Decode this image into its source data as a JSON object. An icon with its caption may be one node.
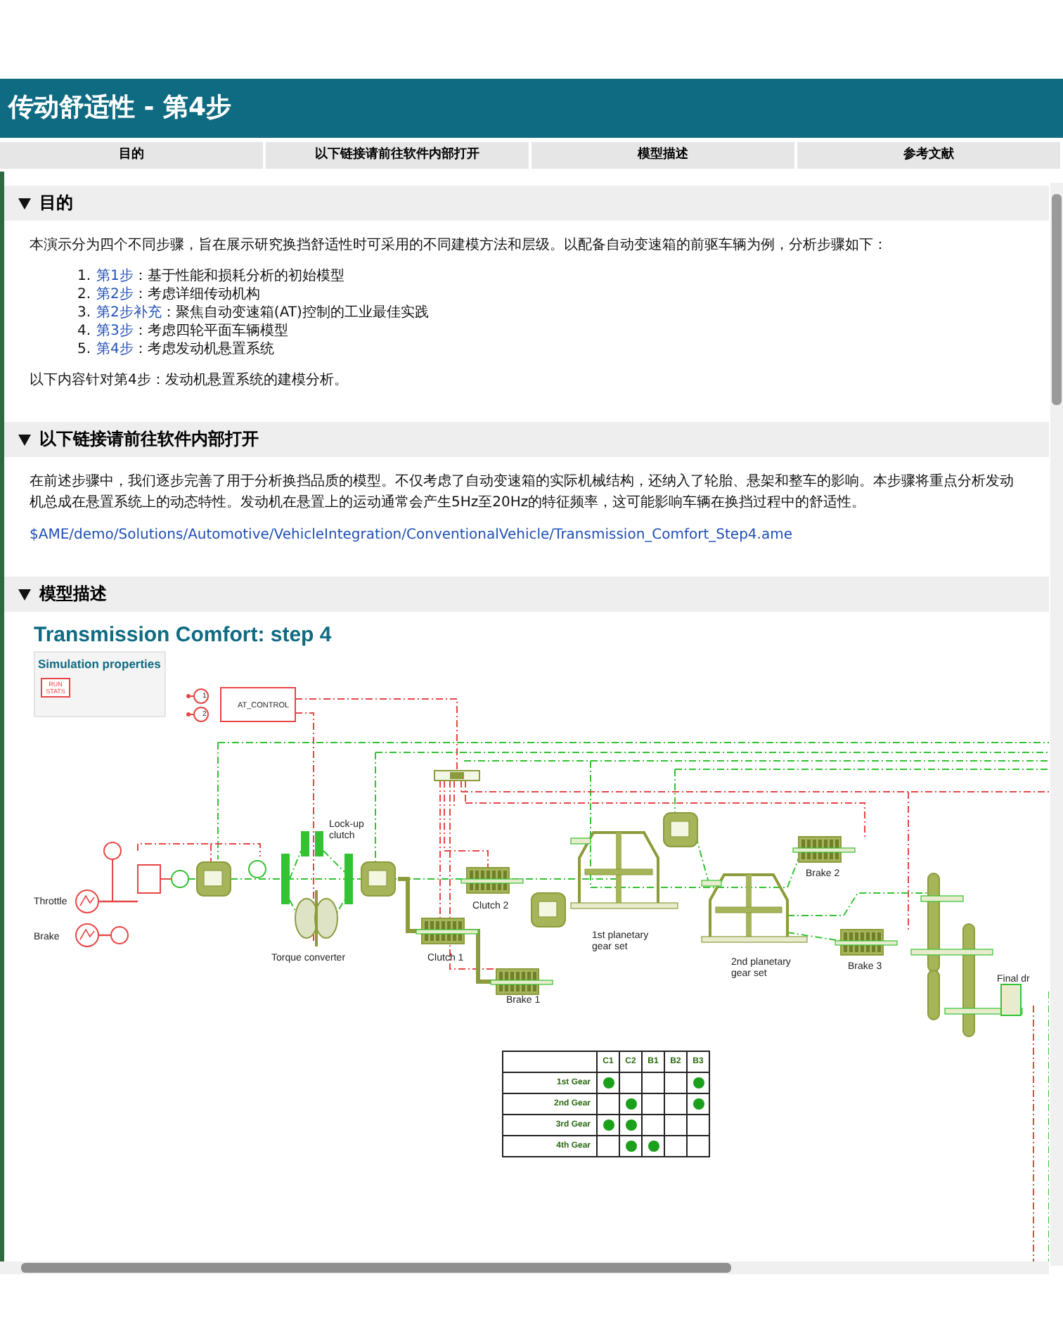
{
  "diagram": {
    "title": "传动舒适性 - 第4步",
    "labels": [
      "目的",
      "以下链接请前往软件内部打开",
      "模型描述",
      "参考文献",
      "目的",
      "本演示分为四个不同步骤，旨在展示研究换挡舒适性时可采用的不同建模方法和层级。以配备自动变速箱的前驱车辆为例，分析步骤如下：",
      "1.",
      "第1步",
      "：基于性能和损耗分析的初始模型",
      "2.",
      "第2步",
      "：考虑详细传动机构",
      "3.",
      "第2步补充",
      "：聚焦自动变速箱(AT)控制的工业最佳实践",
      "4.",
      "第3步",
      "：考虑四轮平面车辆模型",
      "5.",
      "第4步",
      "：考虑发动机悬置系统",
      "以下内容针对第4步：发动机悬置系统的建模分析。",
      "以下链接请前往软件内部打开",
      "在前述步骤中，我们逐步完善了用于分析换挡品质的模型。不仅考虑了自动变速箱的实际机械结构，还纳入了轮胎、悬架和整车的影响。本步骤将重点分析发动机总成在悬置系统上的动态特性。发动机在悬置上的运动通常会产生5Hz至20Hz的特征频率，这可能影响车辆在换挡过程中的舒适性。",
      "$AME/demo/Solutions/Automotive/VehicleIntegration/ConventionalVehicle/Transmission_Comfort_Step4.ame",
      "模型描述",
      "Transmission Comfort: step 4",
      "Simulation properties",
      "RUN STATS",
      "AT_CONTROL",
      "1",
      "2",
      "Lock-up clutch",
      "Throttle",
      "Brake",
      "Torque converter",
      "Clutch 2",
      "Clutch 1",
      "Brake 1",
      "1st planetary gear set",
      "2nd planetary gear set",
      "Brake 2",
      "Brake 3",
      "Final dr",
      "C1",
      "C2",
      "B1",
      "B2",
      "B3",
      "1st Gear",
      "2nd Gear",
      "3rd Gear",
      "4th Gear"
    ]
  }
}
